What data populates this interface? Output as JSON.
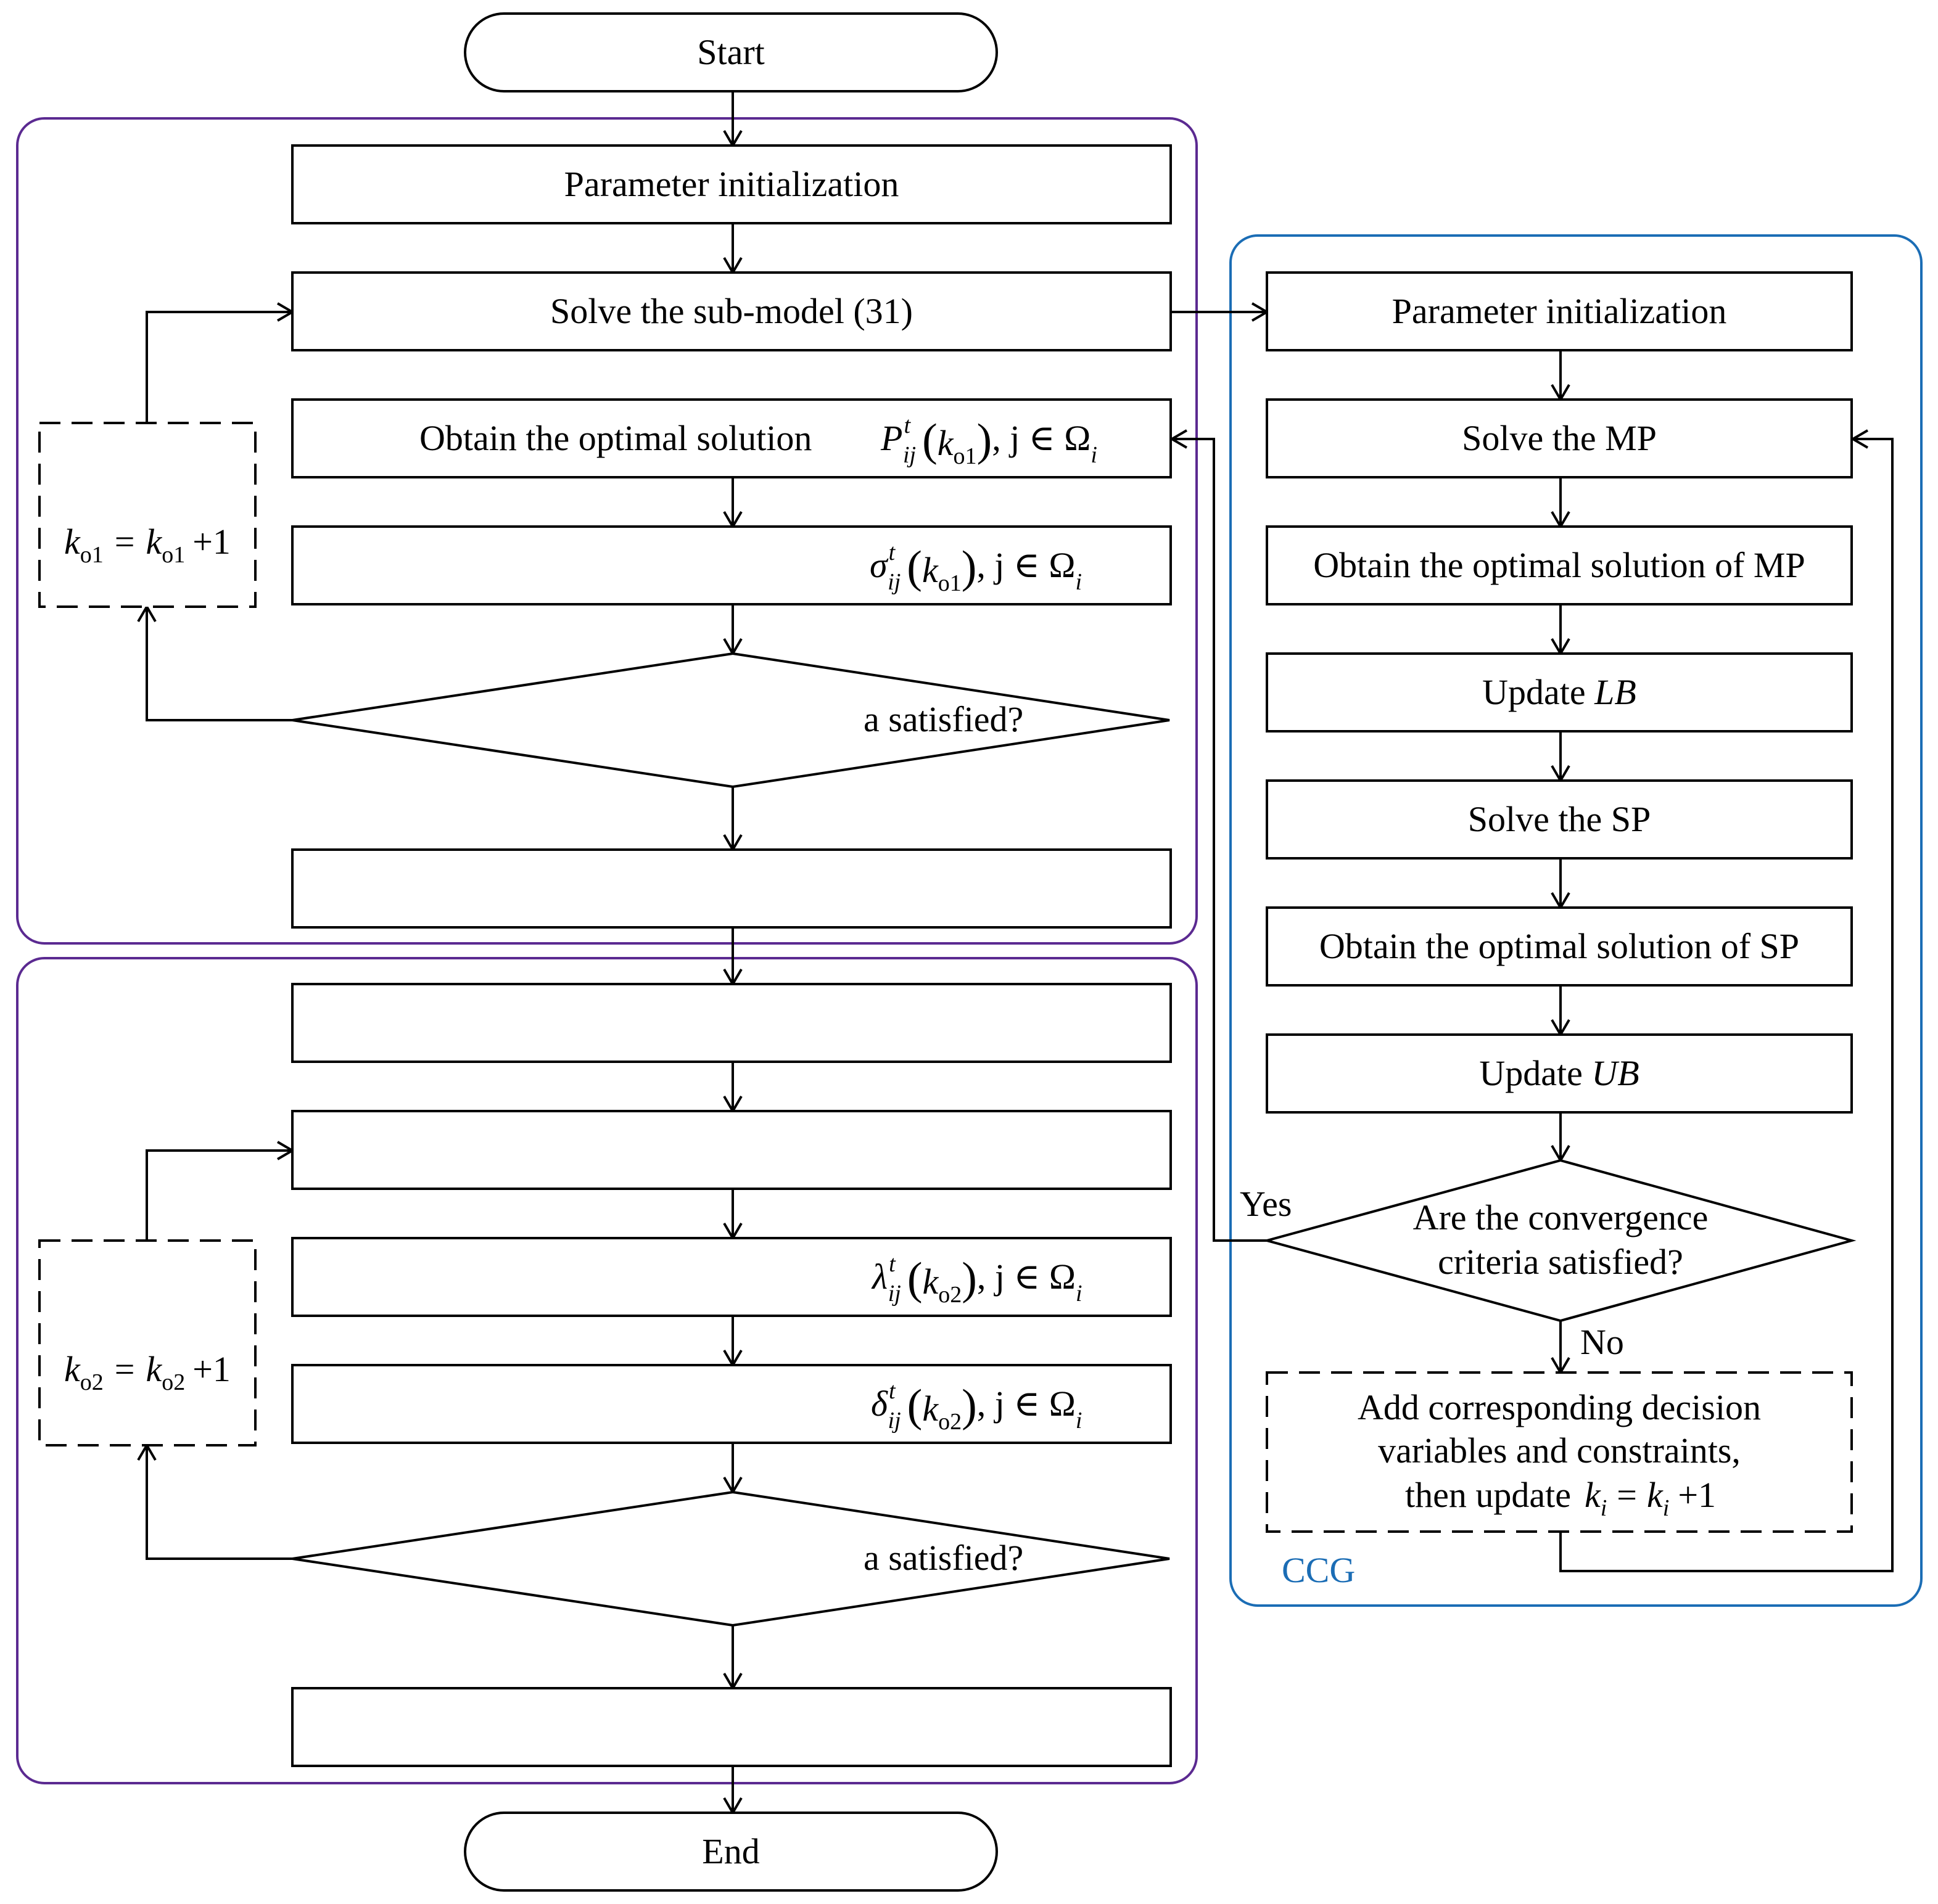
{
  "colors": {
    "stroke": "#000000",
    "outer_loop_region": "#5b2a91",
    "ccg_region": "#1b6db5",
    "ccg_label": "#1b6db5"
  },
  "nodes": {
    "start": "Start",
    "end": "End",
    "param_init_left": "Parameter initialization",
    "solve_sub_model": "Solve the sub-model (31)",
    "obtain_optimal_left": "Obtain the optimal solution",
    "decision_1_tail": "a satisfied?",
    "decision_2_tail": "a satisfied?",
    "param_init_right": "Parameter initialization",
    "solve_mp": "Solve the MP",
    "obtain_mp": "Obtain the optimal solution of MP",
    "update_lb_prefix": "Update",
    "update_lb_var": "LB",
    "solve_sp": "Solve the SP",
    "obtain_sp": "Obtain the optimal solution of SP",
    "update_ub_prefix": "Update",
    "update_ub_var": "UB",
    "convergence_line1": "Are  the convergence",
    "convergence_line2": "criteria satisfied?",
    "add_line1": "Add corresponding decision",
    "add_line2": "variables and constraints,",
    "add_line3_prefix": "then update"
  },
  "edge_labels": {
    "yes": "Yes",
    "no": "No"
  },
  "regions": {
    "ccg": "CCG"
  },
  "math": {
    "P": "P",
    "sigma": "σ",
    "lambda": "λ",
    "delta": "δ",
    "sup_t": "t",
    "sub_ij": "ij",
    "k": "k",
    "sub_o1": "o1",
    "sub_o2": "o2",
    "sub_i": "i",
    "j_in_omega": ", j ∈ Ω",
    "equals": "=",
    "plus_one": "+1",
    "lparen": "(",
    "rparen": ")"
  }
}
